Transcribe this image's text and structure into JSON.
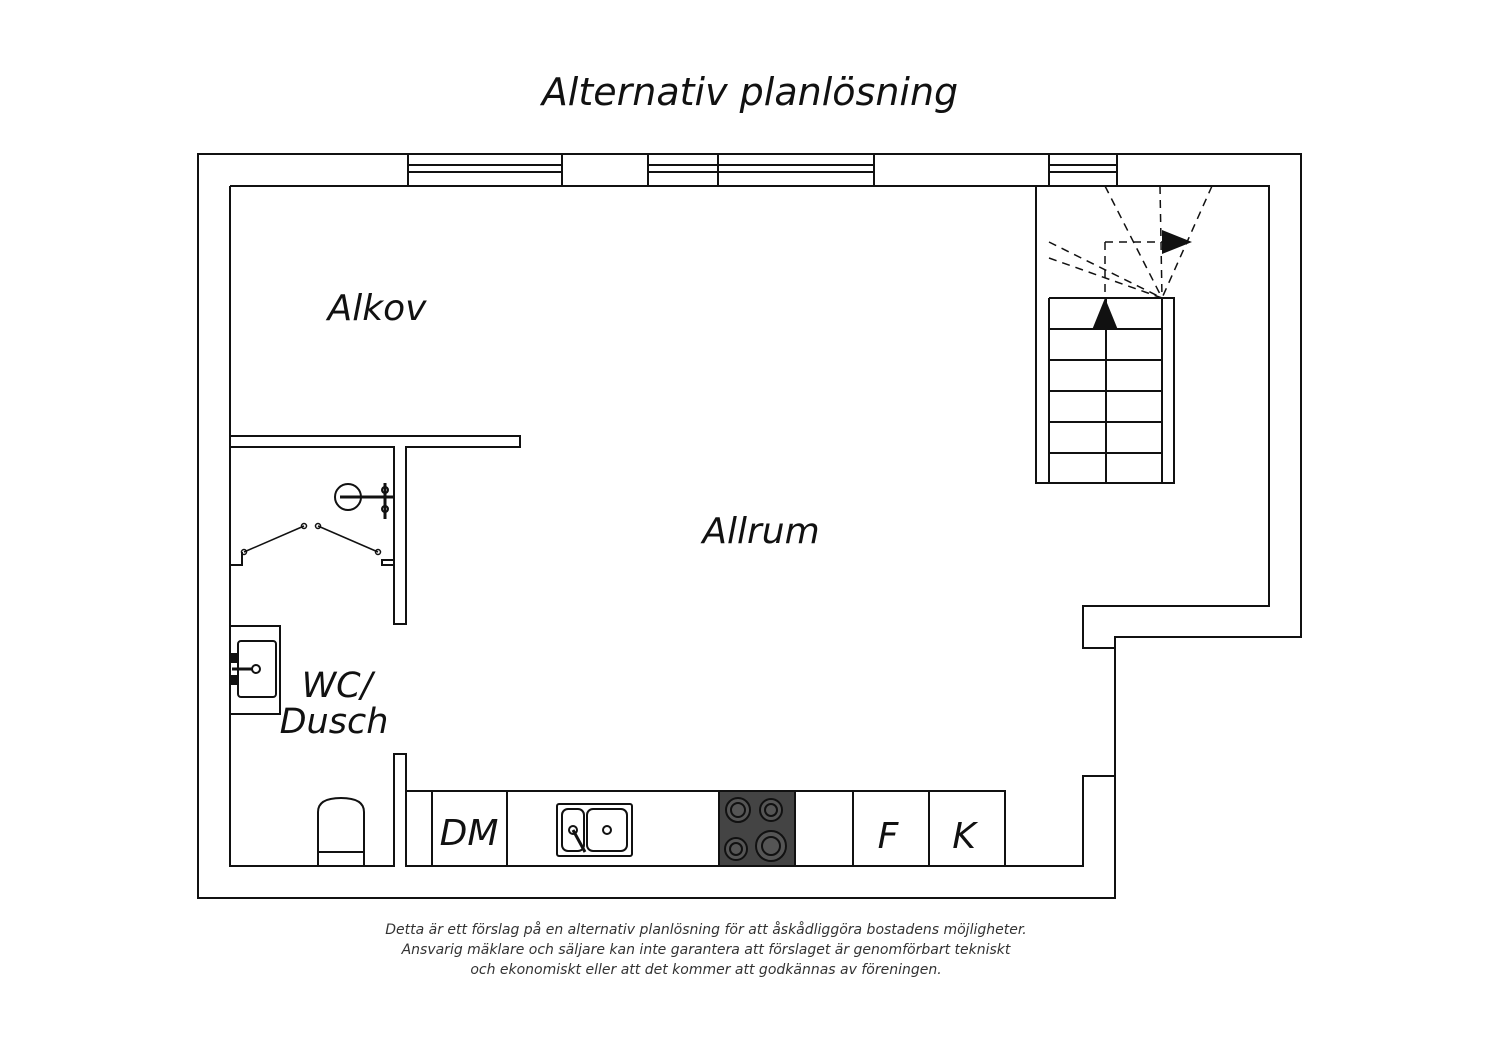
{
  "title": "Alternativ planlösning",
  "rooms": {
    "alkov": "Alkov",
    "allrum": "Allrum",
    "wc_line1": "WC/",
    "wc_line2": "Dusch"
  },
  "appliances": {
    "dishwasher": "DM",
    "fridge": "F",
    "freezer": "K"
  },
  "disclaimer": [
    "Detta är ett förslag på en alternativ planlösning för att åskådliggöra bostadens möjligheter.",
    "Ansvarig mäklare och säljare kan inte garantera att förslaget är genomförbart tekniskt",
    "och ekonomiskt eller att det kommer att godkännas av föreningen."
  ]
}
